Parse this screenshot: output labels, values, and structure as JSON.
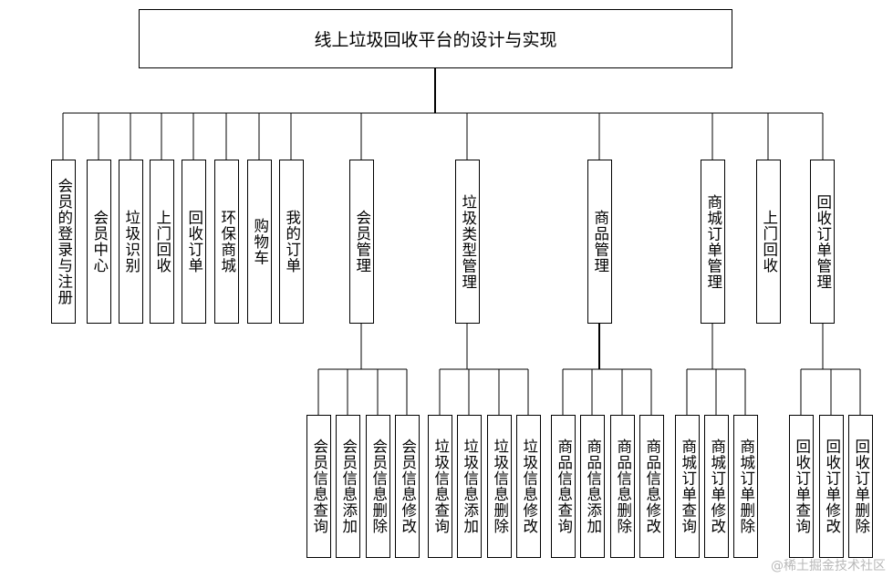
{
  "diagram": {
    "title": "线上垃圾回收平台的设计与实现",
    "modules": [
      {
        "label": "会员的登录与注册",
        "children": []
      },
      {
        "label": "会员中心",
        "children": []
      },
      {
        "label": "垃圾识别",
        "children": []
      },
      {
        "label": "上门回收",
        "children": []
      },
      {
        "label": "回收订单",
        "children": []
      },
      {
        "label": "环保商城",
        "children": []
      },
      {
        "label": "购物车",
        "children": []
      },
      {
        "label": "我的订单",
        "children": []
      },
      {
        "label": "会员管理",
        "children": [
          "会员信息查询",
          "会员信息添加",
          "会员信息删除",
          "会员信息修改"
        ]
      },
      {
        "label": "垃圾类型管理",
        "children": [
          "垃圾信息查询",
          "垃圾信息添加",
          "垃圾信息删除",
          "垃圾信息修改"
        ]
      },
      {
        "label": "商品管理",
        "children": [
          "商品信息查询",
          "商品信息添加",
          "商品信息删除",
          "商品信息修改"
        ]
      },
      {
        "label": "商城订单管理",
        "children": [
          "商城订单查询",
          "商城订单修改",
          "商城订单删除"
        ]
      },
      {
        "label": "上门回收",
        "children": []
      },
      {
        "label": "回收订单管理",
        "children": [
          "回收订单查询",
          "回收订单修改",
          "回收订单删除"
        ]
      }
    ]
  },
  "watermark": "@稀土掘金技术社区"
}
